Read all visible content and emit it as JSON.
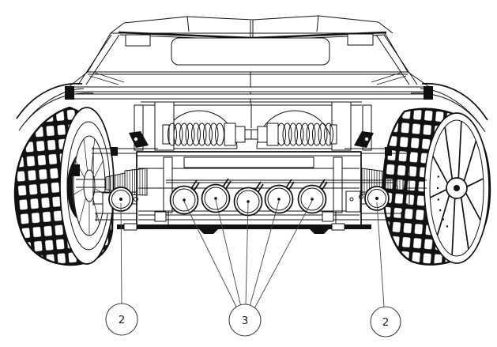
{
  "figure": {
    "background_color": "#ffffff",
    "line_color": "#111111",
    "callout_line_color": "#444444",
    "silencer_count": 5,
    "callouts": {
      "left": {
        "label": "2"
      },
      "center": {
        "label": "3"
      },
      "right": {
        "label": "2"
      }
    }
  }
}
